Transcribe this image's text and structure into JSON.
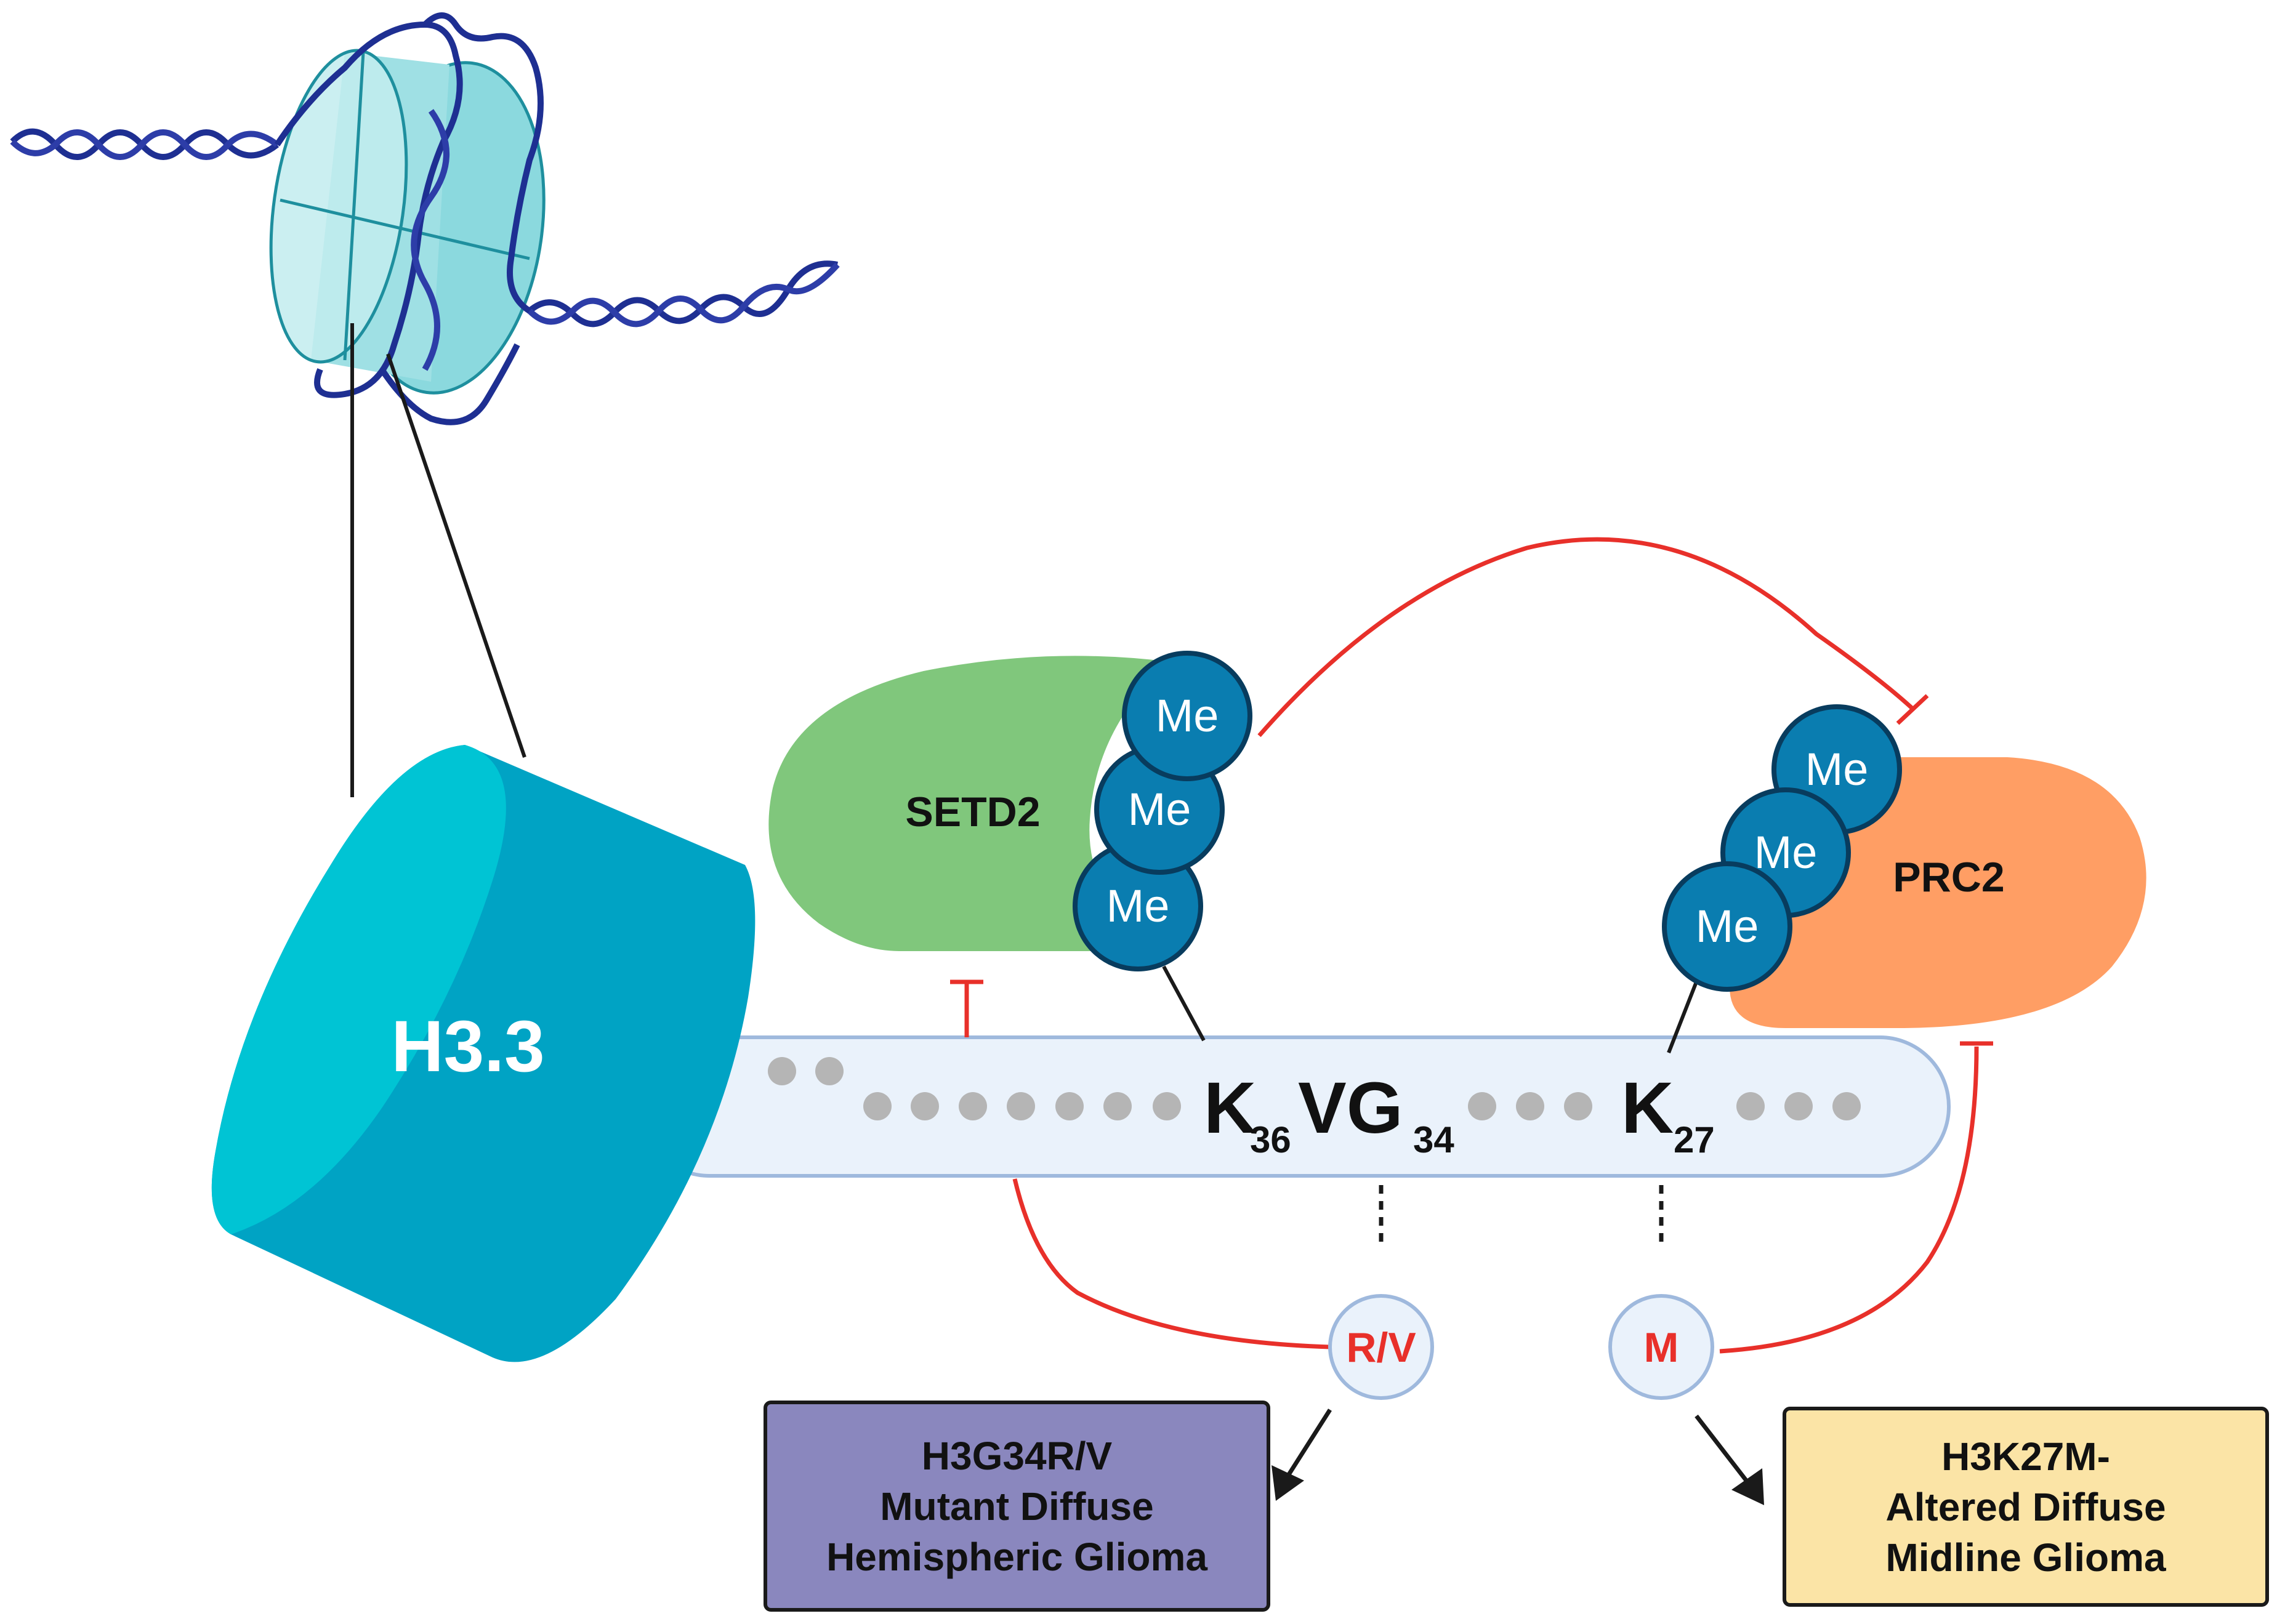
{
  "histone_label": "H3.3",
  "writers": {
    "setd2": "SETD2",
    "prc2": "PRC2",
    "methyl_label": "Me"
  },
  "residues": {
    "k36": {
      "letter": "K",
      "sub": "36"
    },
    "vg": {
      "letter": "VG",
      "sub": "34"
    },
    "k27": {
      "letter": "K",
      "sub": "27"
    }
  },
  "mutations": {
    "g34": "R/V",
    "k27": "M"
  },
  "outcomes": {
    "g34_box": [
      "H3G34R/V",
      "Mutant Diffuse",
      "Hemispheric Glioma"
    ],
    "k27_box": [
      "H3K27M-",
      "Altered Diffuse",
      "Midline Glioma"
    ]
  },
  "colors": {
    "histone_dark": "#00A3C4",
    "histone_light": "#00C4D4",
    "tail_fill": "#EAF2FB",
    "tail_stroke": "#9FB9DD",
    "setd2": "#80C77C",
    "prc2": "#FF9E64",
    "methyl": "#0A7DB0",
    "inhibit": "#E8302A",
    "box_purple": "#8A87BE",
    "box_yellow": "#FBE4A6",
    "dna": "#1E2F92",
    "nucleosome": "#8BD9DE"
  }
}
